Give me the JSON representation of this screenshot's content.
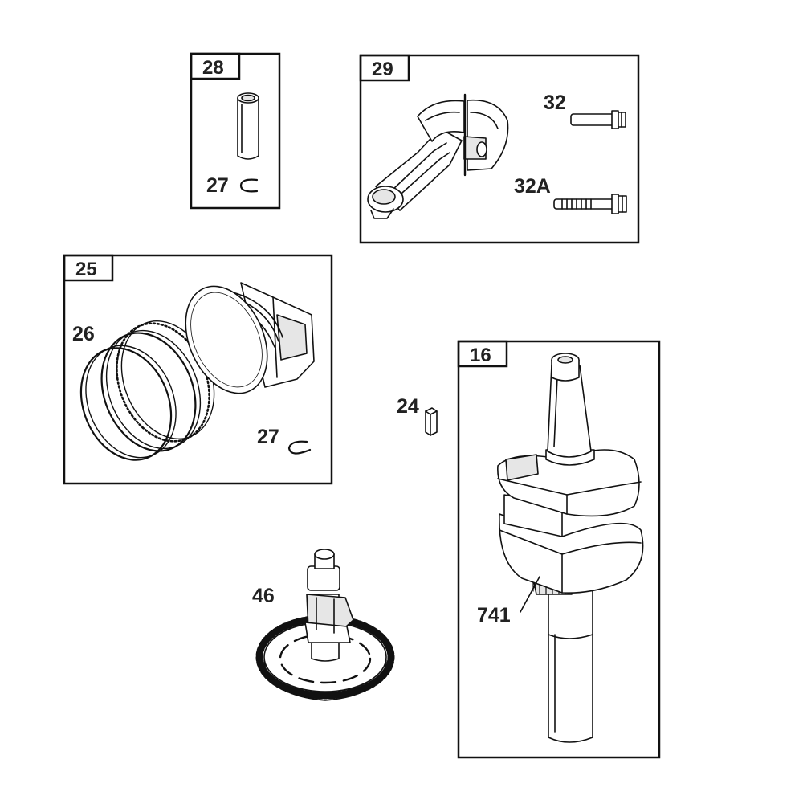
{
  "diagram": {
    "boxes": {
      "box_28": "28",
      "box_29": "29",
      "box_25": "25",
      "box_16": "16"
    },
    "callouts": {
      "pin_retainer_27_top": "27",
      "bolt_32": "32",
      "bolt_32a": "32A",
      "rings_26": "26",
      "pin_retainer_27_piston": "27",
      "key_24": "24",
      "camshaft_46": "46",
      "gear_741": "741"
    }
  }
}
